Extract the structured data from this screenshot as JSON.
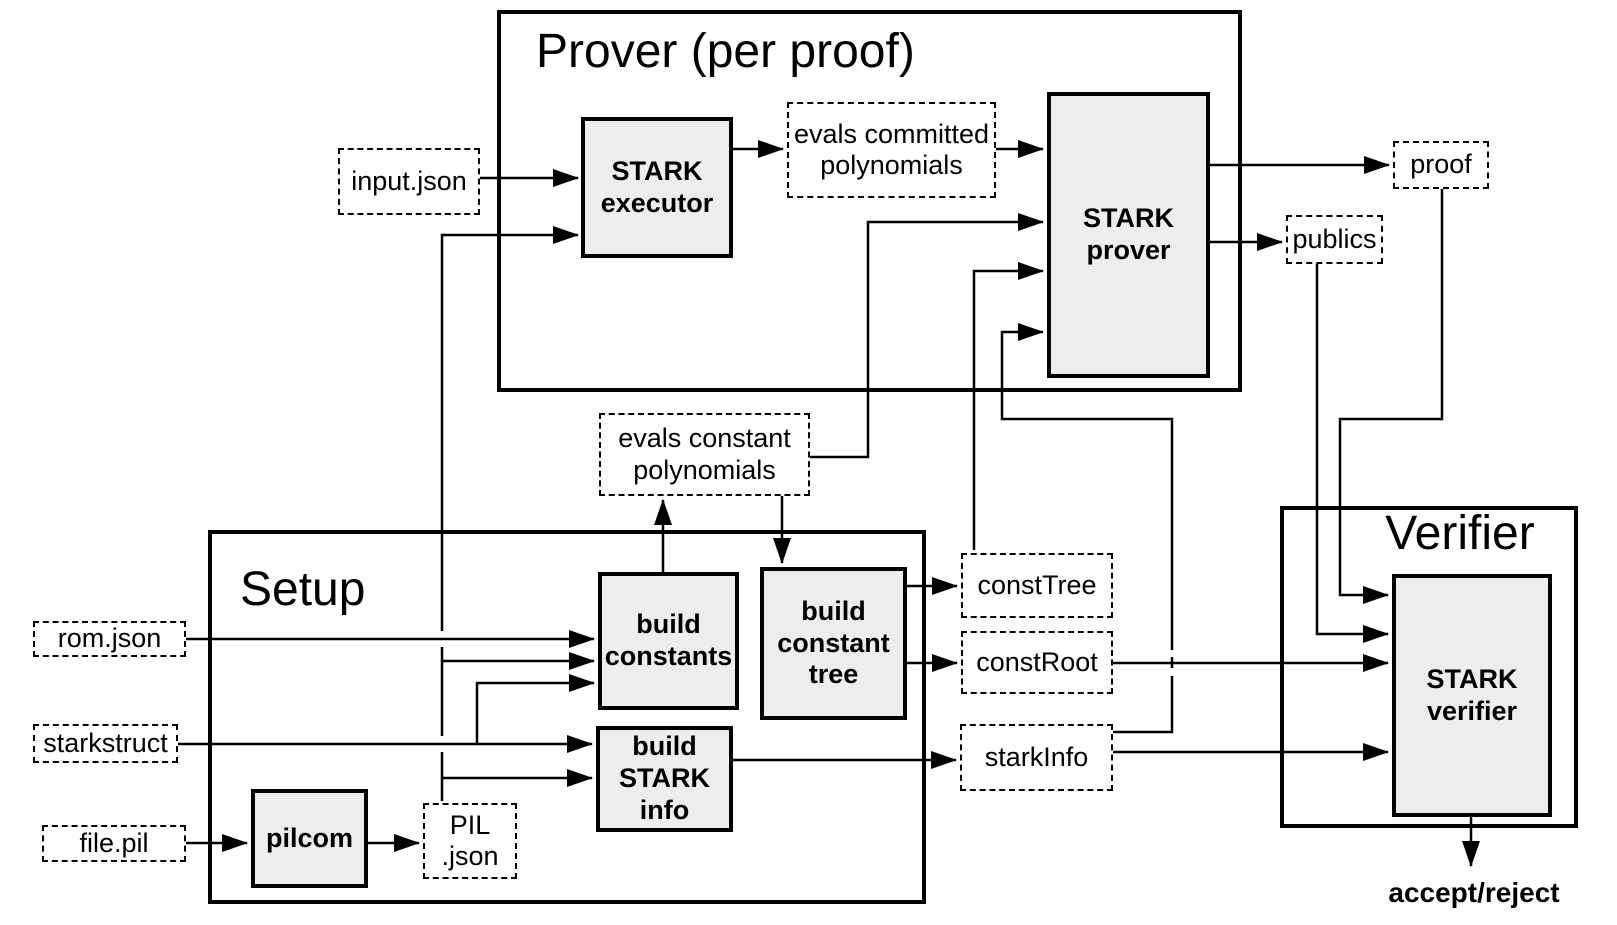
{
  "diagram": {
    "containers": {
      "prover": {
        "title": "Prover (per proof)"
      },
      "setup": {
        "title": "Setup"
      },
      "verifier": {
        "title": "Verifier"
      }
    },
    "process_nodes": {
      "stark_executor": {
        "label": "STARK\nexecutor"
      },
      "stark_prover": {
        "label": "STARK\nprover"
      },
      "build_constants": {
        "label": "build\nconstants"
      },
      "build_constant_tree": {
        "label": "build\nconstant\ntree"
      },
      "build_stark_info": {
        "label": "build\nSTARK\ninfo"
      },
      "pilcom": {
        "label": "pilcom"
      },
      "stark_verifier": {
        "label": "STARK\nverifier"
      }
    },
    "artifacts": {
      "input_json": {
        "label": "input.json"
      },
      "evals_committed": {
        "label": "evals committed\npolynomials"
      },
      "proof": {
        "label": "proof"
      },
      "publics": {
        "label": "publics"
      },
      "evals_constant": {
        "label": "evals constant\npolynomials"
      },
      "const_tree": {
        "label": "constTree"
      },
      "const_root": {
        "label": "constRoot"
      },
      "stark_info": {
        "label": "starkInfo"
      },
      "rom_json": {
        "label": "rom.json"
      },
      "starkstruct": {
        "label": "starkstruct"
      },
      "file_pil": {
        "label": "file.pil"
      },
      "pil_json": {
        "label": "PIL\n.json"
      }
    },
    "result_label": "accept/reject",
    "colors": {
      "node_fill": "#ededed",
      "line": "#000000",
      "background": "#ffffff"
    }
  }
}
